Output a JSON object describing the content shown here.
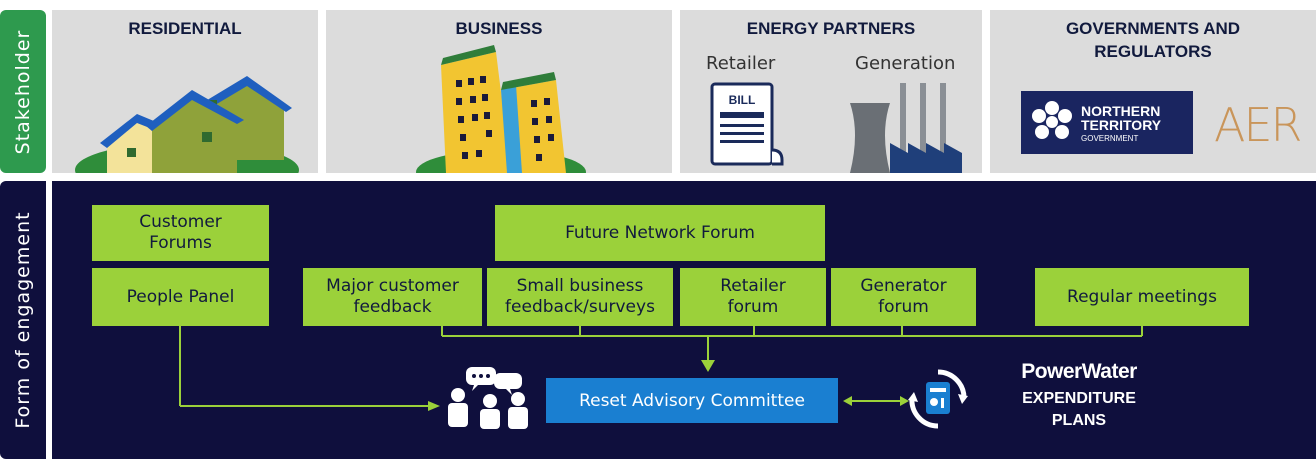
{
  "labels": {
    "stakeholder": "Stakeholder",
    "engagement": "Form of engagement"
  },
  "panels": {
    "residential": "RESIDENTIAL",
    "business": "BUSINESS",
    "energy_partners": "ENERGY PARTNERS",
    "retailer": "Retailer",
    "generation": "Generation",
    "bill": "BILL",
    "governments_line1": "GOVERNMENTS AND",
    "governments_line2": "REGULATORS",
    "nt_line1": "NORTHERN",
    "nt_line2": "TERRITORY",
    "nt_line3": "GOVERNMENT",
    "aer": "AER"
  },
  "engagement": {
    "customer_forums_1": "Customer",
    "customer_forums_2": "Forums",
    "people_panel": "People Panel",
    "future_network_forum": "Future Network Forum",
    "major_customer_1": "Major customer",
    "major_customer_2": "feedback",
    "small_business_1": "Small business",
    "small_business_2": "feedback/surveys",
    "retailer_forum_1": "Retailer",
    "retailer_forum_2": "forum",
    "generator_forum_1": "Generator",
    "generator_forum_2": "forum",
    "regular_meetings": "Regular meetings",
    "reset_committee": "Reset Advisory Committee",
    "powerwater": "PowerWater",
    "expenditure": "EXPENDITURE",
    "plans": "PLANS"
  },
  "colors": {
    "dark_navy": "#0f0f3d",
    "green": "#9bd13a",
    "blue": "#1a7fd1",
    "side_green": "#2e9a4e",
    "panel_grey": "#dcdcdc"
  }
}
